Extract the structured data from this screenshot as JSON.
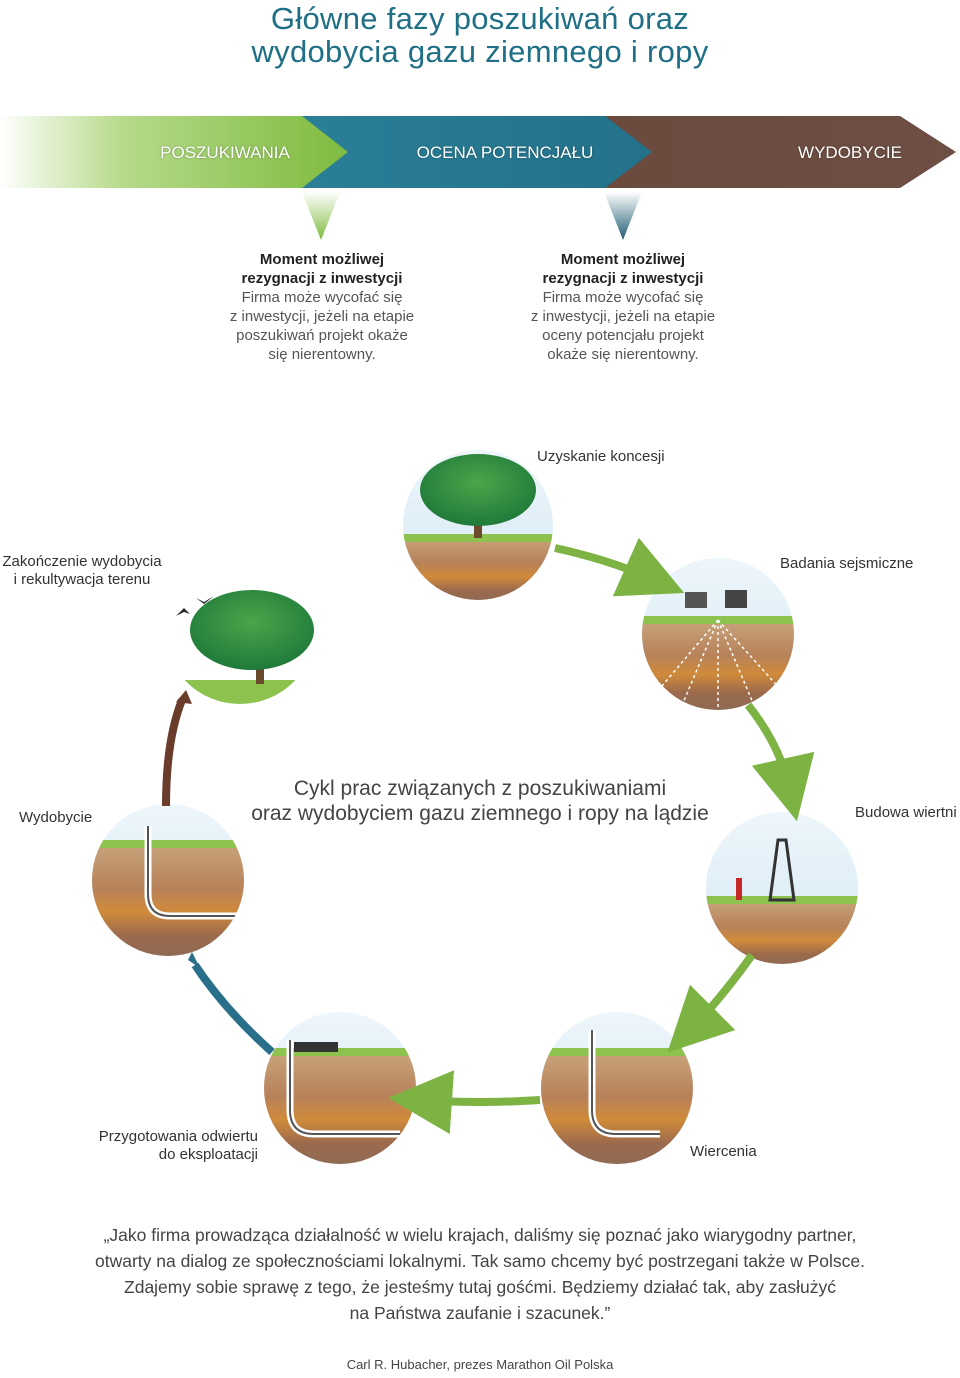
{
  "title": {
    "line1": "Główne fazy poszukiwań oraz",
    "line2": "wydobycia gazu ziemnego i ropy"
  },
  "phases": [
    {
      "label": "POSZUKIWANIA",
      "color": "#8cc34a"
    },
    {
      "label": "OCENA POTENCJAŁU",
      "color": "#2a7c94"
    },
    {
      "label": "WYDOBYCIE",
      "color": "#6a4c40"
    }
  ],
  "notes": [
    {
      "heading1": "Moment możliwej",
      "heading2": "rezygnacji z inwestycji",
      "lines": [
        "Firma może wycofać się",
        "z inwestycji, jeżeli na etapie",
        "poszukiwań projekt okaże",
        "się nierentowny."
      ]
    },
    {
      "heading1": "Moment możliwej",
      "heading2": "rezygnacji z inwestycji",
      "lines": [
        "Firma może wycofać się",
        "z inwestycji, jeżeli na etapie",
        "oceny potencjału projekt",
        "okaże się nierentowny."
      ]
    }
  ],
  "cycle": {
    "title_line1": "Cykl prac związanych z poszukiwaniami",
    "title_line2": "oraz wydobyciem gazu ziemnego i ropy na lądzie",
    "stages": {
      "concession": "Uzyskanie koncesji",
      "seismic": "Badania sejsmiczne",
      "rig": "Budowa wiertni",
      "drilling": "Wiercenia",
      "prep_line1": "Przygotowania odwiertu",
      "prep_line2": "do eksploatacji",
      "production": "Wydobycie",
      "end_line1": "Zakończenie wydobycia",
      "end_line2": "i rekultywacja terenu"
    }
  },
  "quote": {
    "line1": "„Jako firma prowadząca działalność w wielu krajach, daliśmy się poznać jako wiarygodny partner,",
    "line2": "otwarty na dialog ze społecznościami lokalnymi. Tak samo chcemy być postrzegani także w Polsce.",
    "line3": "Zdajemy sobie sprawę z tego, że jesteśmy tutaj gośćmi. Będziemy działać tak, aby zasłużyć",
    "line4": "na Państwa zaufanie i szacunek.”"
  },
  "author": "Carl R. Hubacher, prezes Marathon Oil Polska"
}
